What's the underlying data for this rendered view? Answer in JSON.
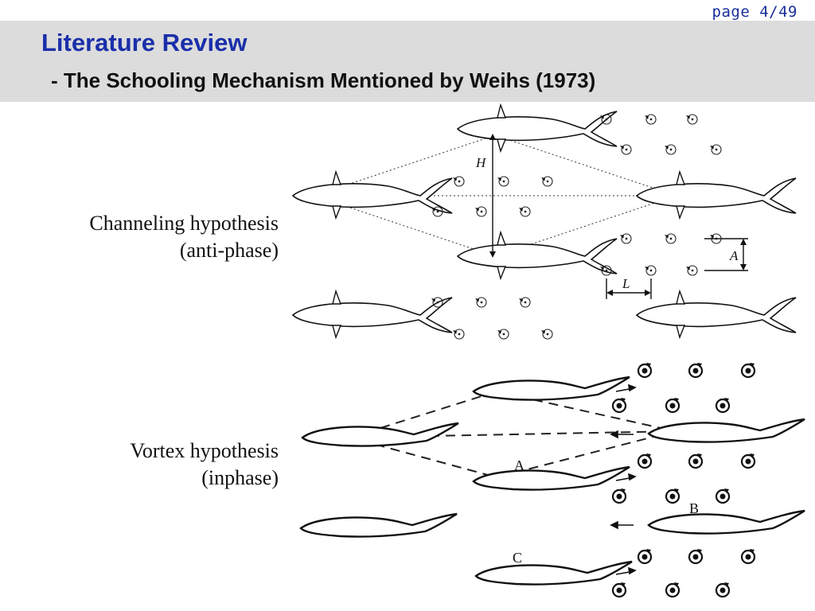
{
  "page": {
    "number_label": "page 4/49"
  },
  "header": {
    "title": "Literature Review",
    "subtitle": "- The Schooling Mechanism Mentioned by Weihs (1973)"
  },
  "labels": {
    "channeling": {
      "line1": "Channeling hypothesis",
      "line2": "(anti-phase)"
    },
    "vortex": {
      "line1": "Vortex hypothesis",
      "line2": "(inphase)"
    }
  },
  "figure_top": {
    "H": "H",
    "A": "A",
    "L": "L"
  },
  "figure_bottom": {
    "A": "A",
    "B": "B",
    "C": "C"
  },
  "colors": {
    "title": "#1a2faa",
    "page_number": "#1a2f9a",
    "header_band": "#dcdcdc"
  }
}
